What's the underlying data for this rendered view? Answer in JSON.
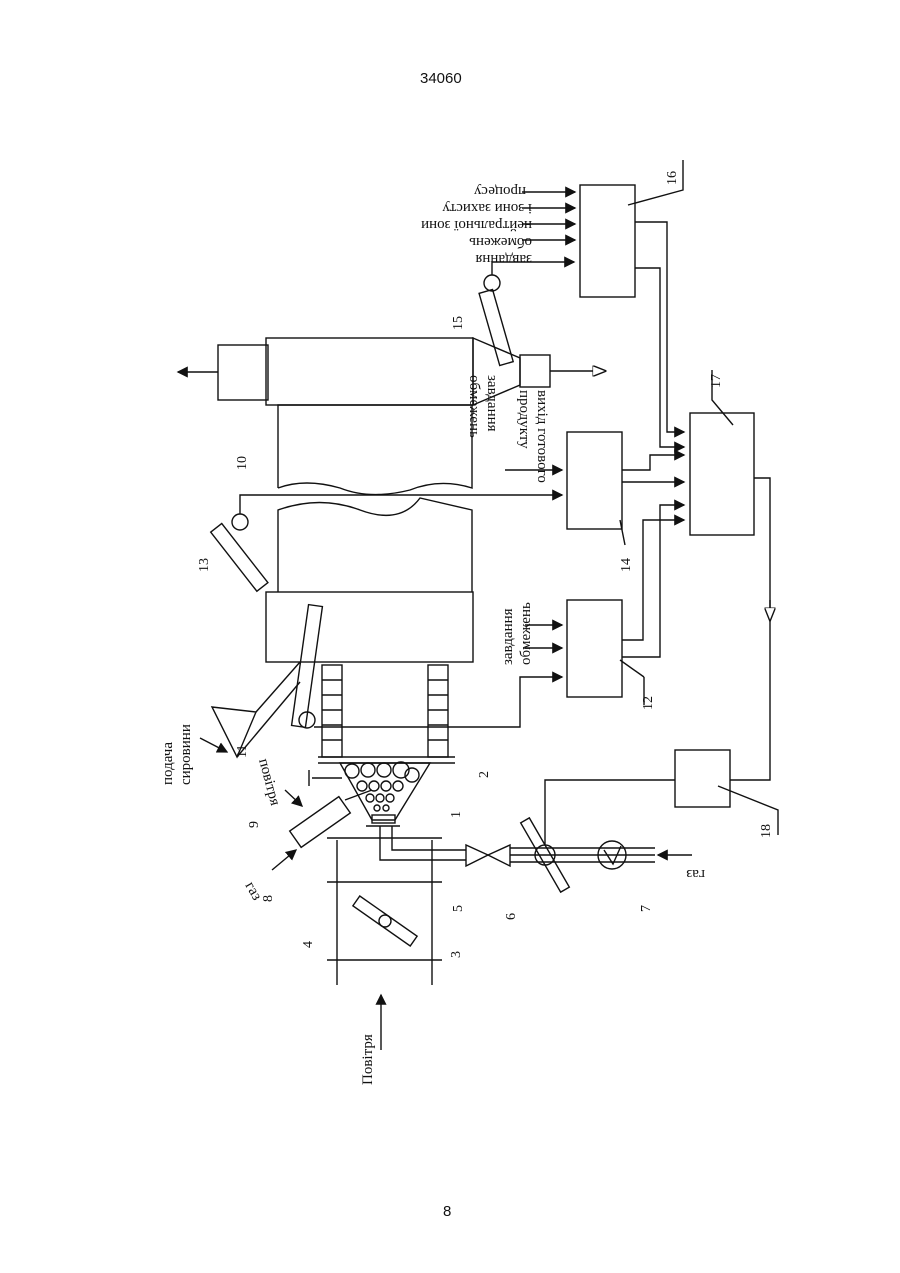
{
  "document_number": "34060",
  "page_number": "8",
  "labels": {
    "air_in": "Повітря",
    "gas_left": "газ",
    "gas_right": "газ",
    "air_side": "повітря",
    "feed_line1": "подача",
    "feed_line2": "сировини",
    "task12_line1": "завдання",
    "task12_line2": "обмежень",
    "task14_line1": "завдання",
    "task14_line2": "обмежень",
    "product_line1": "вихід готового",
    "product_line2": "продукту",
    "task16_line1": "завдання",
    "task16_line2": "обмежень",
    "task16_line3": "нейтральної зони",
    "task16_line4": "і зони захисту",
    "task16_line5": "процесу"
  },
  "numbers": {
    "n1": "1",
    "n2": "2",
    "n3": "3",
    "n4": "4",
    "n5": "5",
    "n6": "6",
    "n7": "7",
    "n8": "8",
    "n9": "9",
    "n10": "10",
    "n11": "11",
    "n12": "12",
    "n13": "13",
    "n14": "14",
    "n15": "15",
    "n16": "16",
    "n17": "17",
    "n18": "18"
  }
}
